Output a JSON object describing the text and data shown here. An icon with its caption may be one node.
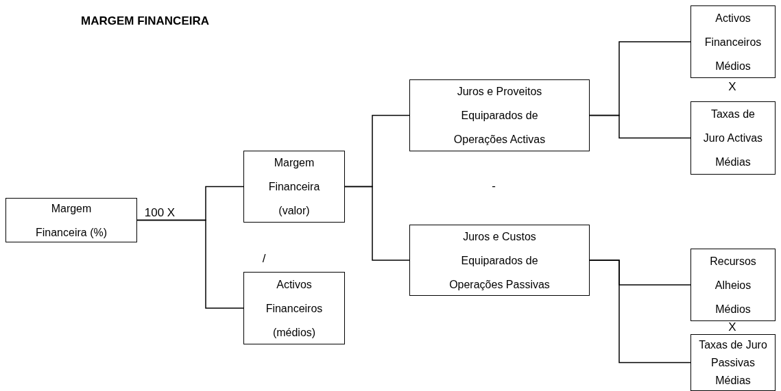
{
  "diagram": {
    "title": "MARGEM FINANCEIRA",
    "nodes": [
      {
        "text": [
          "Margem Financeira (%)"
        ]
      },
      {
        "text": [
          "Margem Financeira (valor)"
        ]
      },
      {
        "text": [
          "Activos Financeiros (médios)"
        ]
      },
      {
        "text": [
          "Juros e Proveitos Equiparados de Operações Activas"
        ]
      },
      {
        "text": [
          "Juros e Custos Equiparados de Operações Passivas"
        ]
      },
      {
        "text": [
          "Activos Financeiros Médios"
        ]
      },
      {
        "text": [
          "Taxas de Juro Activas Médias"
        ]
      },
      {
        "text": [
          "Recursos Alheios Médios"
        ]
      },
      {
        "text": [
          "Taxas de Juro Passivas Médias"
        ]
      }
    ],
    "edges": [
      {
        "from": 0,
        "to": 1,
        "arrow": "none"
      },
      {
        "from": 0,
        "to": 2,
        "arrow": "none"
      },
      {
        "from": 1,
        "to": 3,
        "arrow": "none"
      },
      {
        "from": 1,
        "to": 4,
        "arrow": "none"
      },
      {
        "from": 3,
        "to": 5,
        "arrow": "none"
      },
      {
        "from": 3,
        "to": 6,
        "arrow": "none"
      },
      {
        "from": 4,
        "to": 7,
        "arrow": "none"
      },
      {
        "from": 4,
        "to": 8,
        "arrow": "none"
      }
    ],
    "labels": [
      "100 X",
      "/",
      "-",
      "X",
      "X"
    ]
  }
}
